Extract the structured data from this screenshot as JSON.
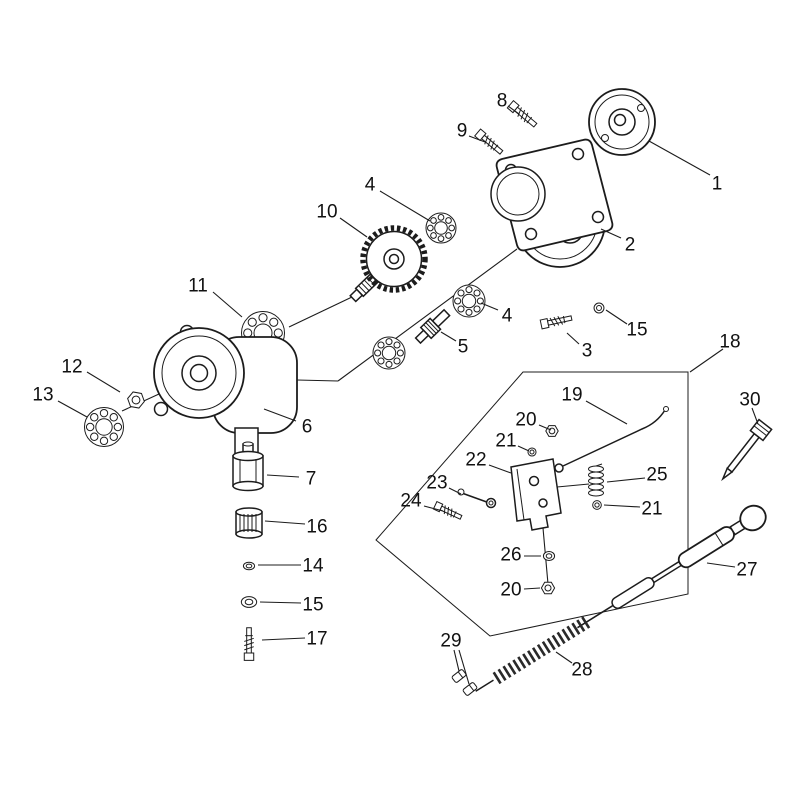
{
  "figure": {
    "type": "exploded-parts-diagram",
    "colors": {
      "background": "#ffffff",
      "line": "#1c1c1c",
      "text": "#111111"
    },
    "callouts": [
      "8",
      "9",
      "1",
      "2",
      "4",
      "10",
      "11",
      "4",
      "5",
      "3",
      "15",
      "12",
      "13",
      "6",
      "7",
      "16",
      "14",
      "15",
      "17",
      "18",
      "19",
      "20",
      "21",
      "22",
      "23",
      "24",
      "25",
      "21",
      "26",
      "20",
      "30",
      "27",
      "28",
      "29"
    ]
  }
}
